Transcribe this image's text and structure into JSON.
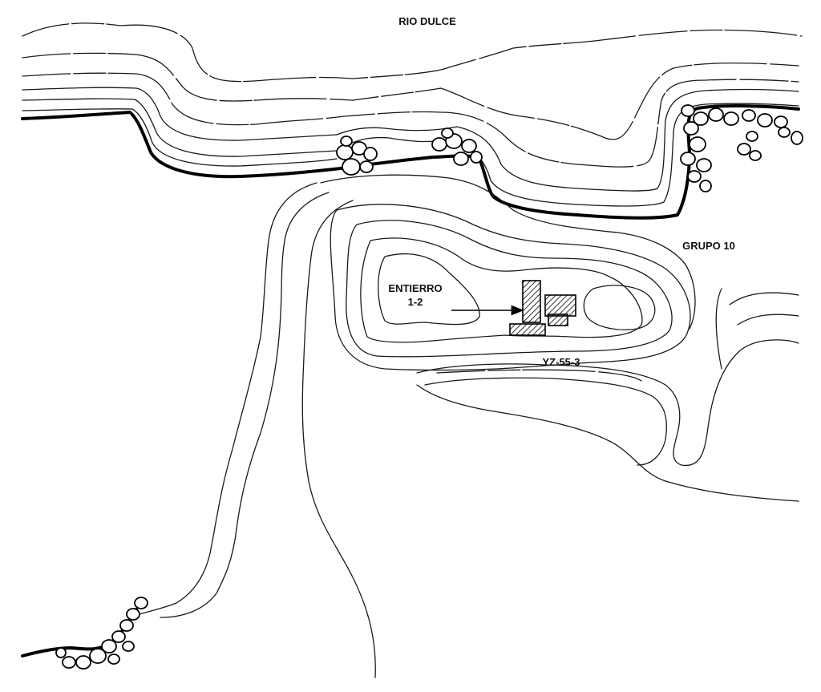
{
  "labels": {
    "river": "RIO DULCE",
    "group": "GRUPO 10",
    "burial_line1": "ENTIERRO",
    "burial_line2": "1-2",
    "site": "YZ-55-3"
  },
  "colors": {
    "ink": "#000000",
    "paper": "#ffffff"
  },
  "features": {
    "north_arrow": "arrow-icon",
    "excavation_units": 4,
    "hatch_pattern": "diagonal-hatch"
  }
}
